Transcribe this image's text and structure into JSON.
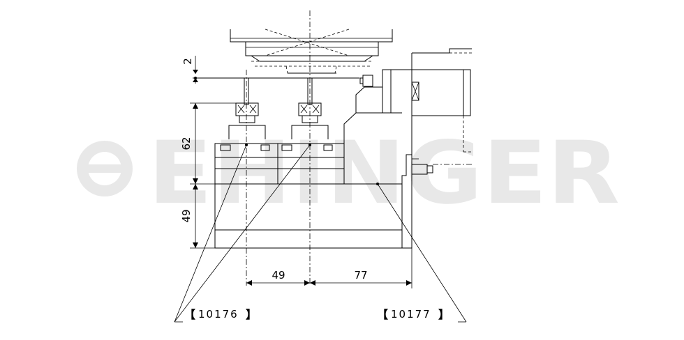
{
  "watermark": {
    "brand": "EHINGER"
  },
  "dimensions": {
    "gap": "2",
    "height_upper": "62",
    "height_lower": "49",
    "width_left": "49",
    "width_right": "77"
  },
  "part_refs": {
    "left": "10176",
    "right": "10177"
  }
}
